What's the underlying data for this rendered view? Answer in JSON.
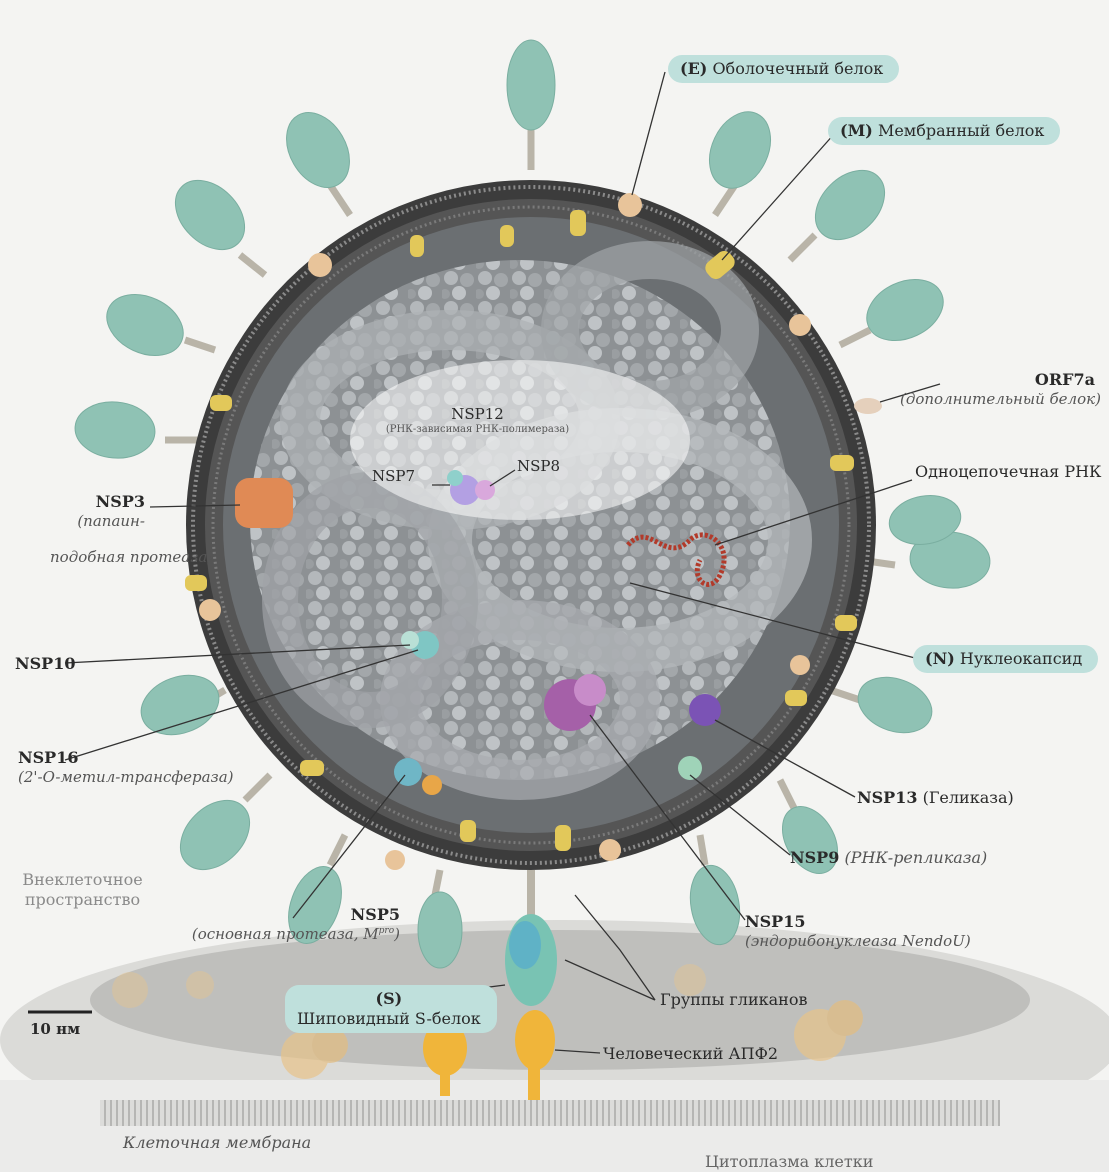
{
  "colors": {
    "background": "#f4f4f2",
    "membrane": "#555555",
    "nucleocapsid": "#8f9396",
    "spike": "#8fc2b4",
    "envelope_protein": "#e8c49a",
    "membrane_protein": "#e2c85a",
    "label_highlight": "#bfe0dc",
    "rna": "#b23a2a",
    "ace2": "#f0b53a"
  },
  "labels": {
    "e_protein": {
      "code": "(E)",
      "name": "Оболочечный белок"
    },
    "m_protein": {
      "code": "(M)",
      "name": "Мембранный белок"
    },
    "orf7a": {
      "code": "ORF7a",
      "desc": "(дополнительный белок)"
    },
    "ss_rna": "Одноцепочечная РНК",
    "nucleocapsid": {
      "code": "(N)",
      "name": "Нуклеокапсид"
    },
    "nsp13": {
      "code": "NSP13",
      "desc": "(Геликаза)"
    },
    "nsp9": {
      "code": "NSP9",
      "desc": "(РНК-репликаза)"
    },
    "nsp15": {
      "code": "NSP15",
      "desc": "(эндорибонуклеаза NendoU)"
    },
    "glycans": "Группы гликанов",
    "ace2": "Человеческий АПФ2",
    "spike": {
      "code": "(S)",
      "name": "Шиповидный S-белок"
    },
    "nsp5": {
      "code": "NSP5",
      "desc": "(основная протеаза, M",
      "sup": "pro",
      "close": ")"
    },
    "nsp16": {
      "code": "NSP16",
      "desc": "(2'-O-метил-трансфераза)"
    },
    "nsp10": {
      "code": "NSP10"
    },
    "nsp3": {
      "code": "NSP3",
      "desc1": "(папаин-",
      "desc2": "подобная протеаза)"
    },
    "nsp12": {
      "code": "NSP12",
      "desc": "(РНК-зависимая РНК-полимераза)"
    },
    "nsp7": "NSP7",
    "nsp8": "NSP8",
    "extracellular": {
      "line1": "Внеклеточное",
      "line2": "пространство"
    },
    "scale": "10 нм",
    "cell_membrane": "Клеточная мембрана",
    "cytoplasm": "Цитоплазма клетки"
  }
}
